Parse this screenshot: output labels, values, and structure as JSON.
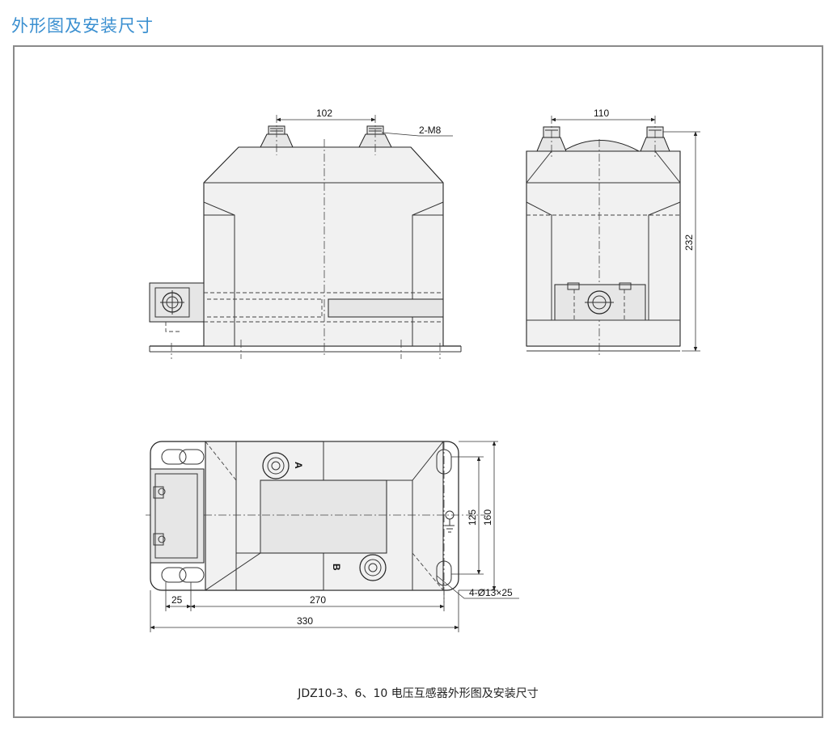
{
  "page": {
    "title": "外形图及安装尺寸"
  },
  "front_view": {
    "dim_terminal_spacing": "102",
    "thread_label": "2-M8"
  },
  "side_view": {
    "dim_terminal_spacing": "110",
    "dim_height": "232"
  },
  "top_view": {
    "label_a": "A",
    "label_b": "B",
    "dim_edge": "25",
    "dim_hole_span": "270",
    "dim_overall_length": "330",
    "dim_slot_span": "125",
    "dim_overall_width": "160",
    "hole_label": "4-Ø13×25"
  },
  "caption": "JDZ10-3、6、10 电压互感器外形图及安装尺寸",
  "colors": {
    "title": "#3a8fd0",
    "frame": "#8a8a8a",
    "line": "#222222"
  }
}
